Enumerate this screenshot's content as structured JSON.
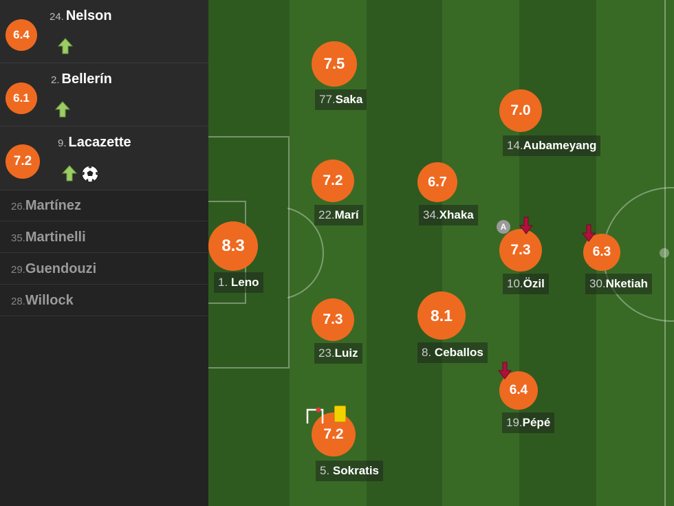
{
  "substitutes": [
    {
      "number": "24.",
      "name": "Nelson",
      "rating": "6.4",
      "events": [
        "sub-in"
      ]
    },
    {
      "number": "2.",
      "name": "Bellerín",
      "rating": "6.1",
      "events": [
        "sub-in"
      ]
    },
    {
      "number": "9.",
      "name": "Lacazette",
      "rating": "7.2",
      "events": [
        "sub-in",
        "goal"
      ]
    }
  ],
  "bench": [
    {
      "number": "26.",
      "name": "Martínez"
    },
    {
      "number": "35.",
      "name": "Martinelli"
    },
    {
      "number": "29.",
      "name": "Guendouzi"
    },
    {
      "number": "28.",
      "name": "Willock"
    }
  ],
  "lineup": {
    "saka": {
      "number": "77.",
      "name": "Saka",
      "rating": "7.5"
    },
    "aubameyang": {
      "number": "14.",
      "name": "Aubameyang",
      "rating": "7.0"
    },
    "mari": {
      "number": "22.",
      "name": "Marí",
      "rating": "7.2"
    },
    "xhaka": {
      "number": "34.",
      "name": "Xhaka",
      "rating": "6.7"
    },
    "leno": {
      "number": "1.",
      "name": "Leno",
      "rating": "8.3"
    },
    "ozil": {
      "number": "10.",
      "name": "Özil",
      "rating": "7.3",
      "captain_badge": "A"
    },
    "nketiah": {
      "number": "30.",
      "name": "Nketiah",
      "rating": "6.3"
    },
    "luiz": {
      "number": "23.",
      "name": "Luiz",
      "rating": "7.3"
    },
    "ceballos": {
      "number": "8.",
      "name": "Ceballos",
      "rating": "8.1"
    },
    "pepe": {
      "number": "19.",
      "name": "Pépé",
      "rating": "6.4"
    },
    "sokratis": {
      "number": "5.",
      "name": "Sokratis",
      "rating": "7.2"
    }
  },
  "colors": {
    "rating": "#ee6a21",
    "sub_in": "#8bc34a",
    "sub_out": "#c2185b",
    "yellow_card": "#f2d100",
    "pitch_dark": "#2f5a1f",
    "pitch_light": "#386a25"
  },
  "icons": {
    "sub_in": "arrow-up-icon",
    "sub_out": "arrow-down-icon",
    "goal": "soccer-ball-icon",
    "card": "yellow-card-icon",
    "own_goal": "goal-frame-icon"
  }
}
